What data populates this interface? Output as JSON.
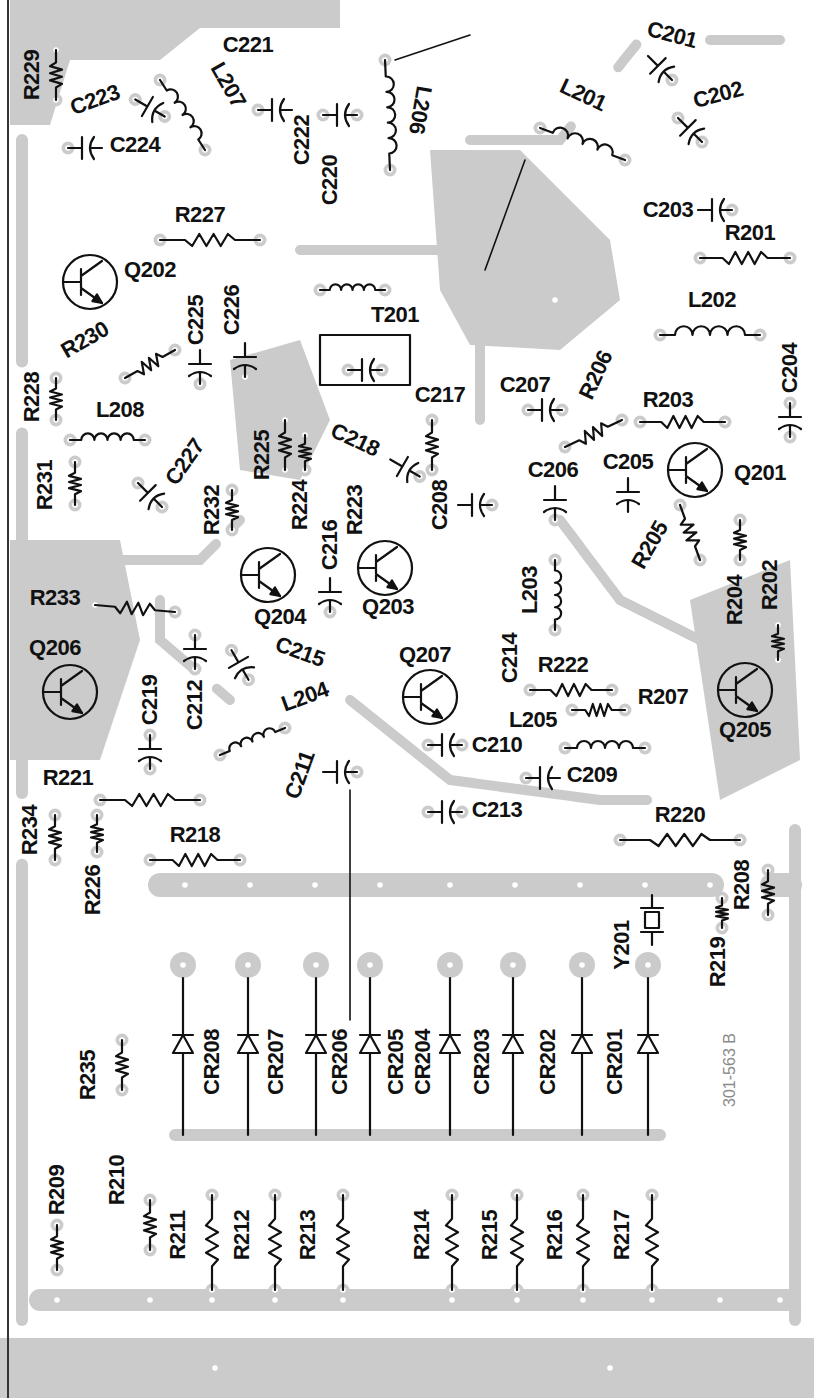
{
  "diagram": {
    "labels": [
      "C221",
      "C201",
      "C223",
      "L207",
      "R229",
      "C222",
      "C220",
      "L206",
      "L201",
      "C202",
      "C224",
      "R227",
      "C203",
      "R201",
      "Q202",
      "T201",
      "L202",
      "R230",
      "C225",
      "C226",
      "C207",
      "R206",
      "R203",
      "C204",
      "L208",
      "C217",
      "R228",
      "C218",
      "R225",
      "R224",
      "C206",
      "C205",
      "Q201",
      "R223",
      "C208",
      "C227",
      "R231",
      "R232",
      "C216",
      "R205",
      "R233",
      "Q204",
      "Q203",
      "L203",
      "R204",
      "R202",
      "Q206",
      "C215",
      "Q207",
      "C214",
      "R222",
      "R207",
      "C219",
      "C212",
      "L204",
      "L205",
      "Q205",
      "C210",
      "C211",
      "C209",
      "R221",
      "R220",
      "C213",
      "R234",
      "R218",
      "R226",
      "Y201",
      "R219",
      "R208",
      "CR208",
      "CR207",
      "CR206",
      "CR205",
      "CR204",
      "CR203",
      "CR202",
      "CR201",
      "R235",
      "R209",
      "R210",
      "R211",
      "R212",
      "R213",
      "R214",
      "R215",
      "R216",
      "R217",
      "301-563 B"
    ]
  }
}
